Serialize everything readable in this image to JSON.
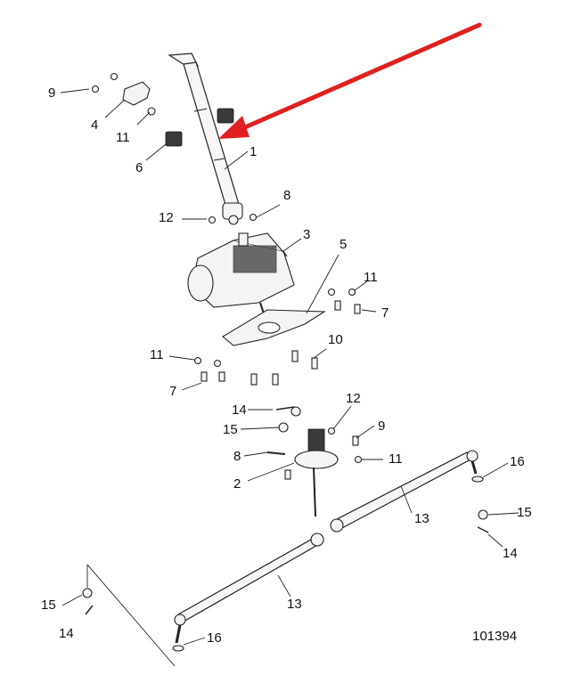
{
  "diagram": {
    "drawing_number": "101394",
    "callouts": {
      "c1": "1",
      "c2": "2",
      "c3": "3",
      "c4": "4",
      "c5": "5",
      "c6": "6",
      "c7a": "7",
      "c7b": "7",
      "c8a": "8",
      "c8b": "8",
      "c9a": "9",
      "c9b": "9",
      "c10": "10",
      "c11a": "11",
      "c11b": "11",
      "c11c": "11",
      "c11d": "11",
      "c12a": "12",
      "c12b": "12",
      "c13a": "13",
      "c13b": "13",
      "c14a": "14",
      "c14b": "14",
      "c14c": "14",
      "c15a": "15",
      "c15b": "15",
      "c15c": "15",
      "c16a": "16",
      "c16b": "16"
    },
    "colors": {
      "pointer_arrow": "#e02020",
      "ink": "#222222"
    }
  }
}
